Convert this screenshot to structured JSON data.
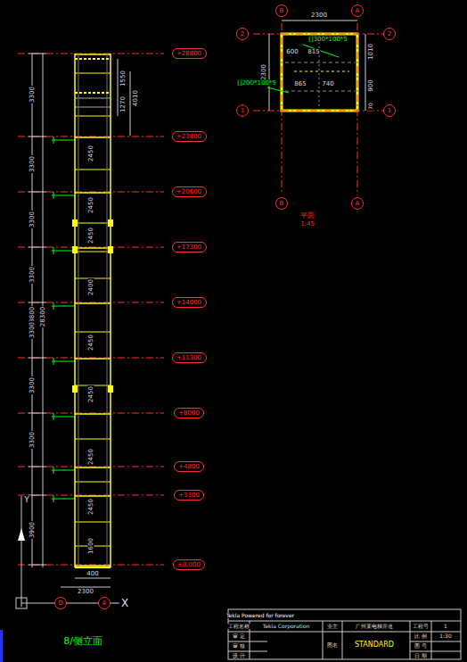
{
  "diagram": {
    "title": "8/侧立面",
    "nodes": [
      {
        "text": [
          "+28800"
        ]
      },
      {
        "text": [
          "+23800"
        ]
      },
      {
        "text": [
          "+20600"
        ]
      },
      {
        "text": [
          "+17300"
        ]
      },
      {
        "text": [
          "+14000"
        ]
      },
      {
        "text": [
          "+11300"
        ]
      },
      {
        "text": [
          "+8000"
        ]
      },
      {
        "text": [
          "+4800"
        ]
      },
      {
        "text": [
          "+3300"
        ]
      },
      {
        "text": [
          "±0.000"
        ]
      },
      {
        "text": [
          "B"
        ]
      },
      {
        "text": [
          "A"
        ]
      },
      {
        "text": [
          "2"
        ]
      },
      {
        "text": [
          "2"
        ]
      },
      {
        "text": [
          "1"
        ]
      },
      {
        "text": [
          "1"
        ]
      },
      {
        "text": [
          "B"
        ]
      },
      {
        "text": [
          "A"
        ]
      },
      {
        "text": [
          "D"
        ]
      },
      {
        "text": [
          "A"
        ]
      }
    ],
    "labels": [
      "28800",
      "28300",
      "3300",
      "3300",
      "3300",
      "3300",
      "3300",
      "3300",
      "3300",
      "3900",
      "2450",
      "2450",
      "2450",
      "2400",
      "2450",
      "2450",
      "2450",
      "2450",
      "1600",
      "1550",
      "1270",
      "4010",
      "400",
      "2300",
      "Y",
      "X",
      "2300",
      "2300",
      "600",
      "815",
      "865",
      "740",
      "1010",
      "900",
      "70",
      "[]300*100*5",
      "[]200*100*5",
      "平面",
      "1:45",
      "Tekla Powered for forever",
      "工程名称",
      "Tekla Corporation",
      "业主",
      "广州某电梯井道",
      "工程号",
      "1",
      "审 定",
      "审 核",
      "设 计",
      "图名",
      "STANDARD",
      "比 例",
      "1:30",
      "图 号",
      "日 期"
    ]
  }
}
